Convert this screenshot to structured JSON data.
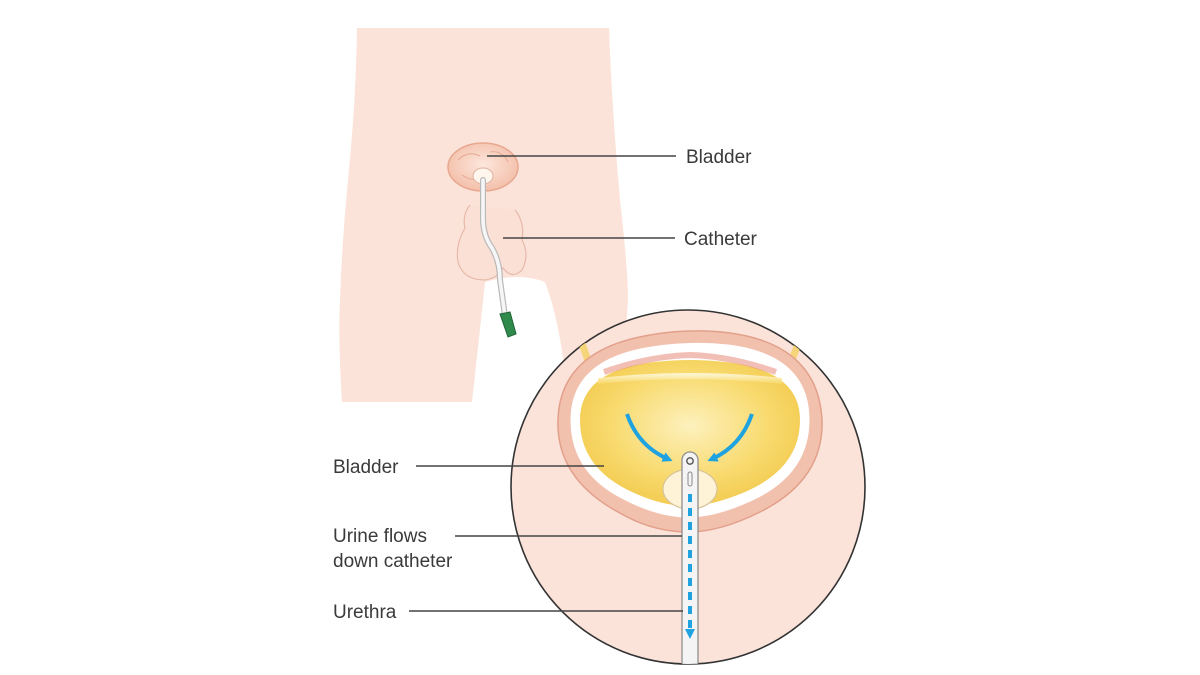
{
  "labels": {
    "bladder_top": "Bladder",
    "catheter": "Catheter",
    "bladder_inset": "Bladder",
    "urine_line1": "Urine flows",
    "urine_line2": "down catheter",
    "urethra": "Urethra"
  },
  "colors": {
    "skin": "#fbe3da",
    "skin_outline": "#e8c4b6",
    "bladder_wall": "#f3c3b0",
    "urine": "#f7d35c",
    "urine_light": "#fcefb8",
    "flow_arrow": "#1fa3e0",
    "catheter_tip": "#2f8a4c",
    "catheter": "#f4f4f4"
  },
  "icons": {
    "flow_left": "curved-arrow-icon",
    "flow_right": "curved-arrow-icon",
    "flow_down": "dashed-arrow-down-icon"
  }
}
